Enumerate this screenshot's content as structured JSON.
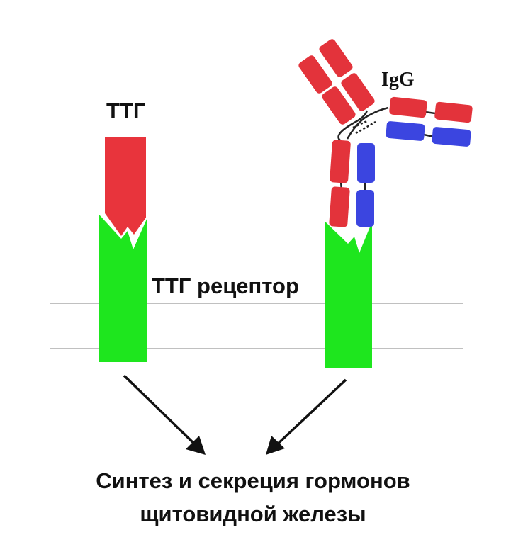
{
  "labels": {
    "hormone": "ТТГ",
    "antibody": "IgG",
    "receptor": "ТТГ рецептор"
  },
  "caption": {
    "line1": "Синтез и секреция гормонов",
    "line2": "щитовидной железы"
  },
  "colors": {
    "hormone": "#e8343c",
    "receptor": "#1ee61e",
    "heavy_chain": "#e3333b",
    "light_chain": "#3b45e0",
    "arrow": "#111111",
    "membrane": "#9a9a9a"
  }
}
